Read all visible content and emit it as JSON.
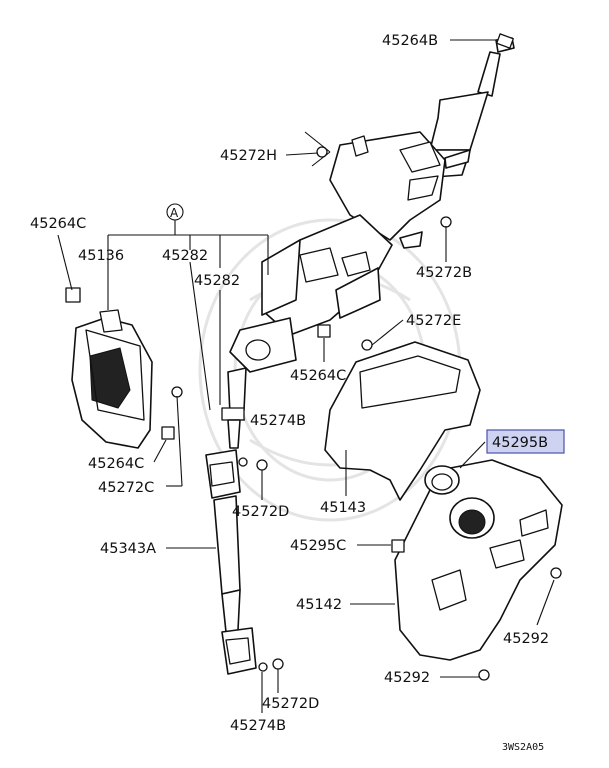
{
  "labels": {
    "l45264B_top": "45264B",
    "l45272H": "45272H",
    "l45264C_left": "45264C",
    "lA": "A",
    "l45136": "45136",
    "l45282_a": "45282",
    "l45282_b": "45282",
    "l45272B": "45272B",
    "l45272E": "45272E",
    "l45264C_mid": "45264C",
    "l45274B_mid": "45274B",
    "l45295B": "45295B",
    "l45264C_low": "45264C",
    "l45272C": "45272C",
    "l45272D_mid": "45272D",
    "l45143": "45143",
    "l45343A": "45343A",
    "l45295C": "45295C",
    "l45142": "45142",
    "l45292_right": "45292",
    "l45292_bottom": "45292",
    "l45272D_low": "45272D",
    "l45274B_low": "45274B"
  },
  "figure_code": "3WS2A05",
  "highlight_color": "#cfd3f2"
}
